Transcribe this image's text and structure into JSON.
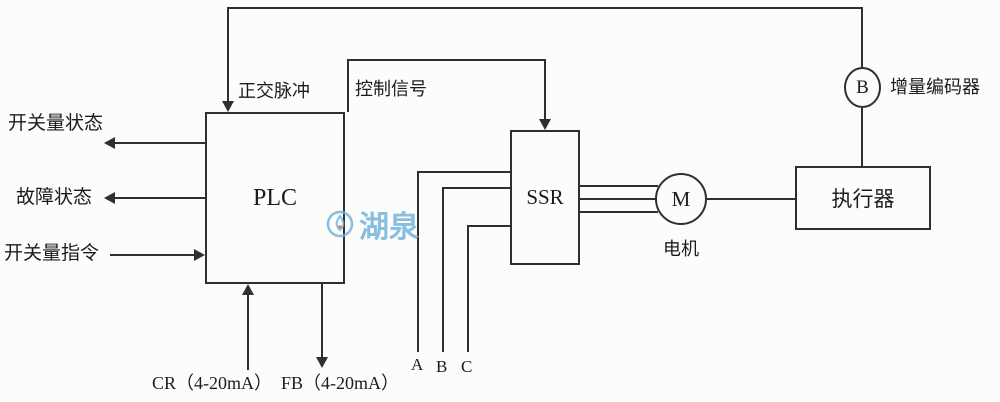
{
  "diagram": {
    "blocks": {
      "plc_label": "PLC",
      "ssr_label": "SSR",
      "motor_symbol": "M",
      "motor_label": "电机",
      "actuator_label": "执行器",
      "encoder_symbol": "B",
      "encoder_label": "增量编码器"
    },
    "signals": {
      "quadrature_pulse": "正交脉冲",
      "control_signal": "控制信号",
      "switch_status": "开关量状态",
      "fault_status": "故障状态",
      "switch_command": "开关量指令",
      "cr_input": "CR（4-20mA）",
      "fb_output": "FB（4-20mA）",
      "phase_a": "A",
      "phase_b": "B",
      "phase_c": "C"
    },
    "watermark_text": "湖泉",
    "colors": {
      "line": "#2f2f2f",
      "watermark": "#74b4dc"
    }
  }
}
